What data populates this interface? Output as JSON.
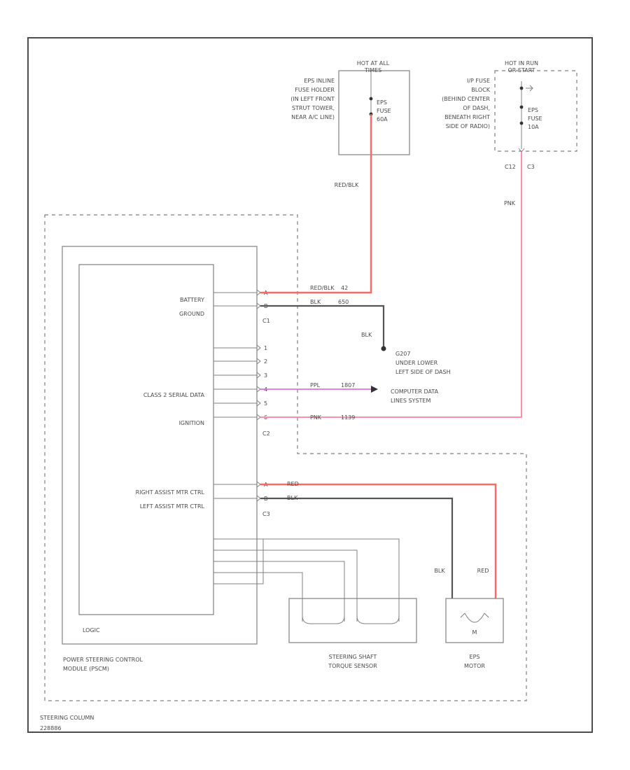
{
  "colors": {
    "red_wire": "#ff6666",
    "black_wire": "#555555",
    "pink_wire": "#ff8fa8",
    "purple_wire": "#e070e0",
    "frame": "#4d4d4d"
  },
  "footer": {
    "group_label": "STEERING COLUMN",
    "code": "228886"
  },
  "fuse_block_1": {
    "header_line1": "HOT AT ALL",
    "header_line2": "TIMES",
    "desc_line1": "EPS INLINE",
    "desc_line2": "FUSE HOLDER",
    "desc_line3": "(IN LEFT FRONT",
    "desc_line4": "STRUT TOWER,",
    "desc_line5": "NEAR A/C LINE)",
    "fuse_name": "EPS",
    "fuse_label": "FUSE",
    "fuse_rating": "60A"
  },
  "fuse_block_2": {
    "header_line1": "HOT IN RUN",
    "header_line2": "OR START",
    "desc_line1": "I/P FUSE",
    "desc_line2": "BLOCK",
    "desc_line3": "(BEHIND CENTER",
    "desc_line4": "OF DASH,",
    "desc_line5": "BENEATH RIGHT",
    "desc_line6": "SIDE OF RADIO)",
    "fuse_name": "EPS",
    "fuse_label": "FUSE",
    "fuse_rating": "10A",
    "connector_left": "C12",
    "connector_right": "C3"
  },
  "wires": {
    "feed_red_blk": "RED/BLK",
    "ign_pnk": "PNK",
    "batt_wire": "RED/BLK",
    "batt_circuit": "42",
    "gnd_wire": "BLK",
    "gnd_circuit": "650",
    "ground_drop": "BLK",
    "data_wire": "PPL",
    "data_circuit": "1807",
    "ign_wire": "PNK",
    "ign_circuit": "1139",
    "motor_red": "RED",
    "motor_blk": "BLK",
    "motor_drop_blk": "BLK",
    "motor_drop_red": "RED"
  },
  "pscm": {
    "title_line1": "POWER STEERING CONTROL",
    "title_line2": "MODULE (PSCM)",
    "logic_label": "LOGIC",
    "battery": "BATTERY",
    "ground": "GROUND",
    "serial_data": "CLASS 2 SERIAL DATA",
    "ignition": "IGNITION",
    "right_motor": "RIGHT ASSIST MTR CTRL",
    "left_motor": "LEFT ASSIST MTR CTRL",
    "connector_c1": "C1",
    "connector_c2": "C2",
    "connector_c3": "C3",
    "pins_c1": [
      "A",
      "B"
    ],
    "pins_c2": [
      "1",
      "2",
      "3",
      "4",
      "5",
      "6"
    ],
    "pins_c3": [
      "A",
      "B"
    ]
  },
  "ground": {
    "name": "G207",
    "line1": "UNDER LOWER",
    "line2": "LEFT SIDE OF DASH"
  },
  "data_system": {
    "line1": "COMPUTER DATA",
    "line2": "LINES SYSTEM"
  },
  "torque_sensor": {
    "line1": "STEERING SHAFT",
    "line2": "TORQUE SENSOR"
  },
  "motor": {
    "line1": "EPS",
    "line2": "MOTOR",
    "symbol": "M"
  }
}
